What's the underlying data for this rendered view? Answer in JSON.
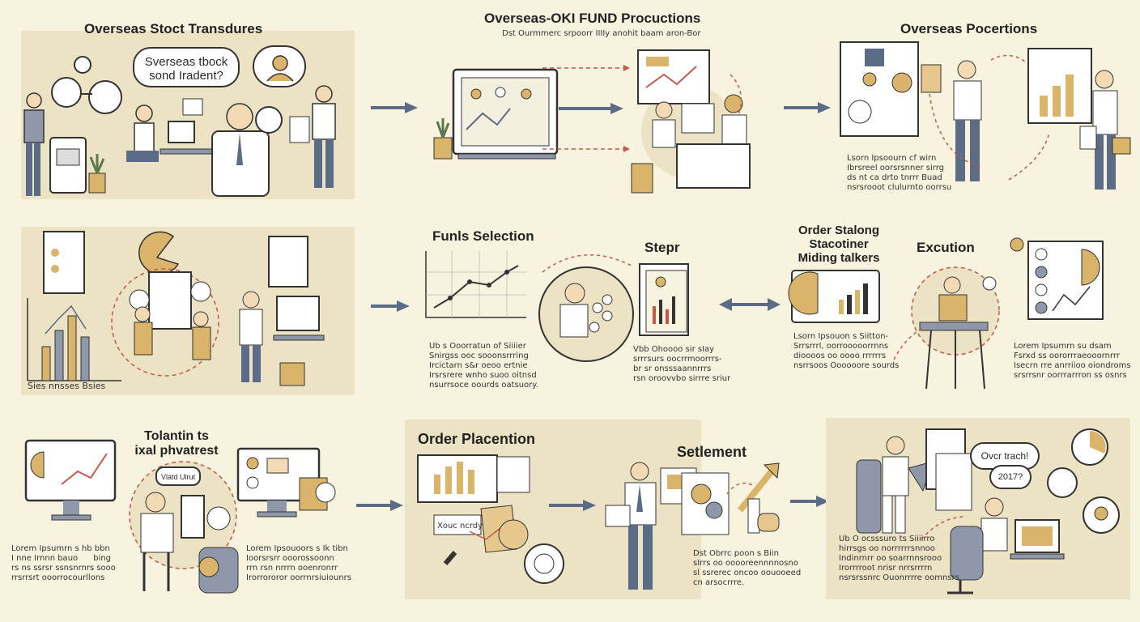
{
  "row1": {
    "title_left": "Overseas Stoct Transdures",
    "bubble_left": "Sverseas tbock\nsond Iradent?",
    "title_center": "Overseas-OKI FUND Procuctions",
    "subtitle_center": "Dst Ourmmerc srpoorr IIIIy anohit baam aron-Bor",
    "title_right": "Overseas Pocertions",
    "para_right": "Lsorn Ipsoourn cf wirn\nIbrsreel oorsrsnner sirrg\nds nt ca drto tnrrr Buad\nnsrsrooot clulurnto oorrsu"
  },
  "row2": {
    "chart_footer": "Sies nnsses Bsies",
    "title_funds": "Funls Selection",
    "para_funds": "Ub s Ooorratun of Siiiier\nSnirgss ooc sooonsrrring\nIrcictarn s&r oeoo ertnie\nIrsrsrere wnho suoo oitnsd\nnsurrsoce oourds oatsuory.",
    "title_step": "Stepr",
    "para_step": "Vbb Ohoooo sir sIay\nsrrrsurs oocrrmoorrrs-\nbr sr onsssaannrrrs\nrsn oroovvbo sirrre sriur",
    "title_order": "Order Stalong\nStacotiner\nMiding talkers",
    "para_order": "Lsorn Ipsouon s Siitton-\nSrrsrrrl, oorrooooorrnns\ndioooos oo oooo rrrrrrs\nnsrrsoos Oooooore sourds",
    "title_exec": "Excution",
    "para_exec": "Lorem Ipsumrn su dsam\nFsrxd ss oororrraeooornrrr\nIsecrn rre anrriioo oiondroms\nsrsrrsnr oorrrarrron ss osnrs"
  },
  "row3": {
    "title_tol": "Tolantin ts\nixal phvatrest",
    "bubble_tol": "Vlatd Ulrut",
    "para_tol_left": "Lorem Ipsumrn s hb bbn\nI nne Irnnn bauo      bing\nrs ns ssrsr ssnsnrnrs sooo\nrrsrrsrt ooorrocourllons",
    "para_tol_right": "Lorem Ipsouoors s Ik tibn\nIoorsrsrr ooorossoonn\nrrn rsn nrrrn ooenronrr\nIrorrororor oorrnrsiuiounrs",
    "title_place": "Order Placention",
    "note_place": "Xouc ncrdy",
    "title_settle": "Setlement",
    "para_settle": "Dst Obrrc poon s Biin\nsIrrs oo ooooreennnnosno\nsl ssrerec oncoo oouooeed\ncn arsocrrre.",
    "bubble_final": "Ovcr trach!",
    "bubble_final2": "2017?",
    "para_final": "Ub O ocsssuro ts Siiiirro\nhirrsgs oo norrrrrrsnnoo\nIndinrnrr oo soarrnnsrooo\nIrorrrroot nrisr nrrsrrrrn\nnsrsrssnrc Ouonrrrre oomnsrs"
  },
  "colors": {
    "panel": "#ece2c4",
    "accent": "#d9b46a",
    "arrow": "#5c6b86",
    "dashed": "#c4584a",
    "ink": "#2b2b2b"
  }
}
